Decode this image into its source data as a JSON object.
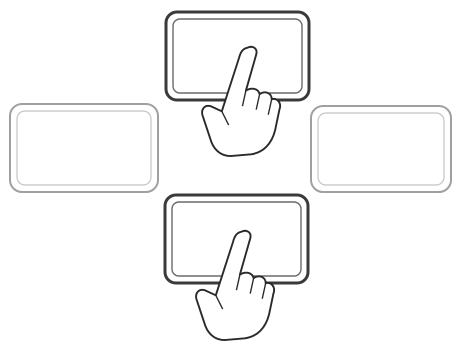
{
  "diagram": {
    "buttons": [
      {
        "id": "top",
        "state": "pressed"
      },
      {
        "id": "left",
        "state": "idle"
      },
      {
        "id": "right",
        "state": "idle"
      },
      {
        "id": "bottom",
        "state": "pressed"
      }
    ],
    "hands": [
      {
        "id": "hand-top",
        "icon": "pointing-hand-icon",
        "target": "top"
      },
      {
        "id": "hand-bottom",
        "icon": "pointing-hand-icon",
        "target": "bottom"
      }
    ],
    "colors": {
      "pressed_stroke": "#3a3a3a",
      "idle_stroke": "#9a9a9a",
      "hand_fill": "#ffffff",
      "hand_stroke": "#2a2a2a"
    }
  }
}
